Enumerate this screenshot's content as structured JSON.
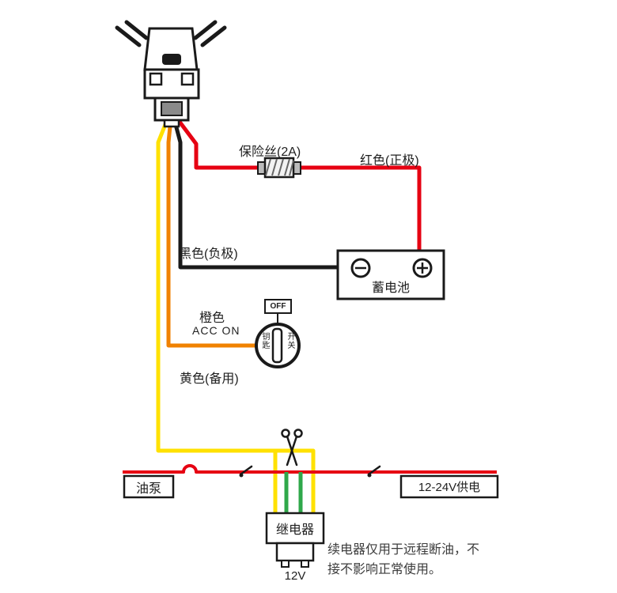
{
  "colors": {
    "red_wire": "#e60012",
    "black_wire": "#1a1a1a",
    "orange_wire": "#f08200",
    "yellow_wire": "#ffe100",
    "green_wire": "#2fa84a",
    "outline": "#1a1a1a"
  },
  "icons": {
    "scissors-icon": "✂",
    "cut-mark-icon": "✁",
    "minus-icon": "−",
    "plus-icon": "+"
  },
  "labels": {
    "fuse": "保险丝(2A)",
    "red_wire": "红色(正极)",
    "black_wire": "黑色(负极)",
    "orange_wire": "橙色",
    "acc": "ACC ON",
    "yellow_wire": "黄色(备用)",
    "battery": "蓄电池",
    "off": "OFF",
    "key": "钥匙",
    "switch": "开关",
    "oil_pump": "油泵",
    "power_supply": "12-24V供电",
    "relay": "继电器",
    "relay_voltage": "12V",
    "note_line1": "续电器仅用于远程断油，不",
    "note_line2": "接不影响正常使用。"
  }
}
